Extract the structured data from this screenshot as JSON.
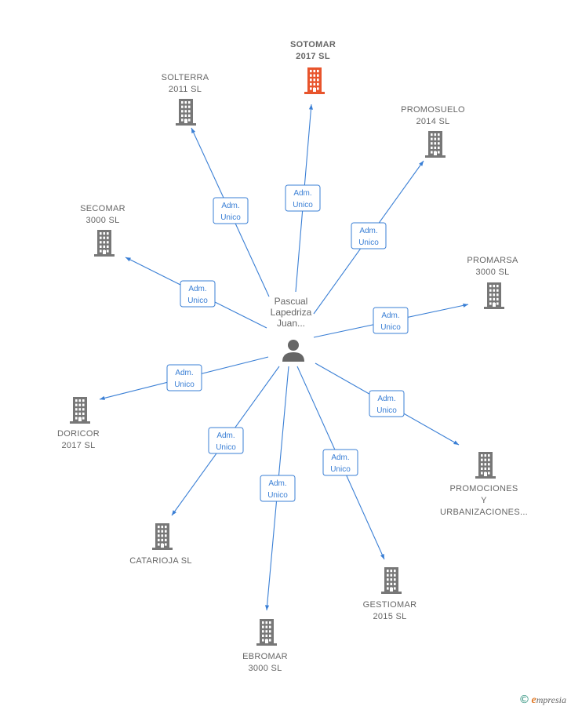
{
  "colors": {
    "edge": "#3a7fd5",
    "building": "#777777",
    "building_highlight": "#e8542c",
    "person": "#666666"
  },
  "center": {
    "lines": [
      "Pascual",
      "Lapedriza",
      "Juan..."
    ],
    "icon": "person-icon"
  },
  "nodes": [
    {
      "id": "sotomar",
      "lines": [
        "SOTOMAR",
        "2017  SL"
      ],
      "highlight": true,
      "icon": "building-icon",
      "relation": [
        "Adm.",
        "Unico"
      ]
    },
    {
      "id": "solterra",
      "lines": [
        "SOLTERRA",
        "2011 SL"
      ],
      "highlight": false,
      "icon": "building-icon",
      "relation": [
        "Adm.",
        "Unico"
      ]
    },
    {
      "id": "promosuelo",
      "lines": [
        "PROMOSUELO",
        "2014  SL"
      ],
      "highlight": false,
      "icon": "building-icon",
      "relation": [
        "Adm.",
        "Unico"
      ]
    },
    {
      "id": "secomar",
      "lines": [
        "SECOMAR",
        "3000  SL"
      ],
      "highlight": false,
      "icon": "building-icon",
      "relation": [
        "Adm.",
        "Unico"
      ]
    },
    {
      "id": "promarsa",
      "lines": [
        "PROMARSA",
        "3000  SL"
      ],
      "highlight": false,
      "icon": "building-icon",
      "relation": [
        "Adm.",
        "Unico"
      ]
    },
    {
      "id": "doricor",
      "lines": [
        "DORICOR",
        "2017  SL"
      ],
      "highlight": false,
      "icon": "building-icon",
      "relation": [
        "Adm.",
        "Unico"
      ]
    },
    {
      "id": "promociones",
      "lines": [
        "PROMOCIONES",
        "Y",
        "URBANIZACIONES..."
      ],
      "highlight": false,
      "icon": "building-icon",
      "relation": [
        "Adm.",
        "Unico"
      ]
    },
    {
      "id": "catarioja",
      "lines": [
        "CATARIOJA  SL"
      ],
      "highlight": false,
      "icon": "building-icon",
      "relation": [
        "Adm.",
        "Unico"
      ]
    },
    {
      "id": "ebromar",
      "lines": [
        "EBROMAR",
        "3000  SL"
      ],
      "highlight": false,
      "icon": "building-icon",
      "relation": [
        "Adm.",
        "Unico"
      ]
    },
    {
      "id": "gestiomar",
      "lines": [
        "GESTIOMAR",
        "2015  SL"
      ],
      "highlight": false,
      "icon": "building-icon",
      "relation": [
        "Adm.",
        "Unico"
      ]
    }
  ],
  "footer": {
    "copyright": "©",
    "brand_initial": "e",
    "brand_rest": "mpresia"
  }
}
